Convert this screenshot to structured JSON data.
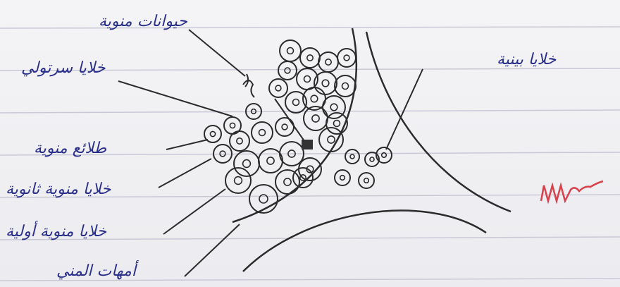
{
  "labels": {
    "spermatozoa": "حيوانات منوية",
    "sertoli_cells": "خلايا سرتولي",
    "spermatids": "طلائع منوية",
    "secondary_spermatocytes": "خلايا منوية ثانوية",
    "primary_spermatocytes": "خلايا منوية أولية",
    "spermatogonia": "أمهات المني",
    "interstitial_cells": "خلايا بينية"
  },
  "colors": {
    "ink": "#2a2f8a",
    "pencil": "#2b2b2b",
    "paper_line": "#c9c9d6",
    "margin_scribble": "#d8404a"
  }
}
